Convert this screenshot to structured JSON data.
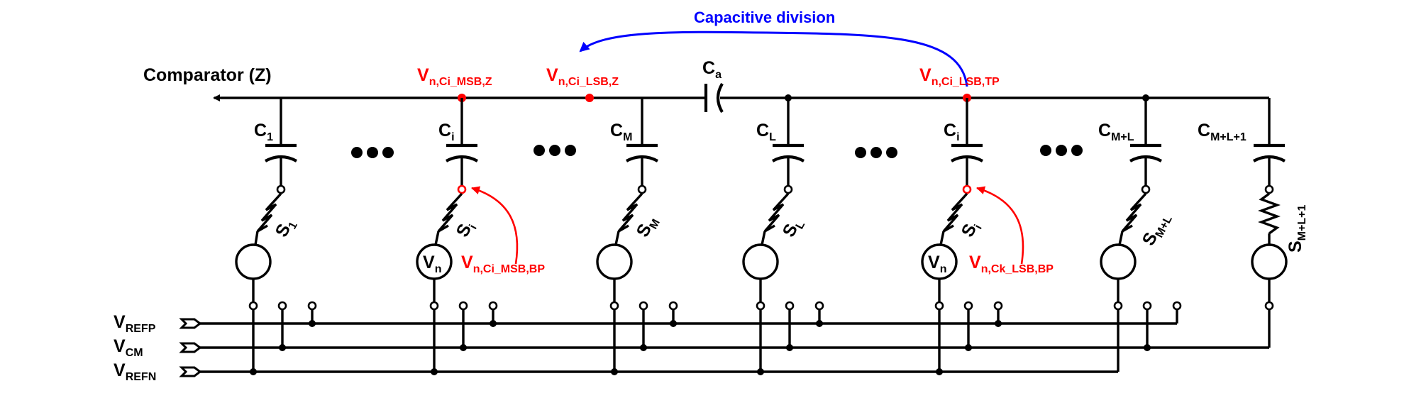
{
  "labels": {
    "comparator": "Comparator (Z)",
    "capacitive_division": "Capacitive division",
    "ca": {
      "main": "C",
      "sub": "a"
    }
  },
  "nodes": [
    {
      "main": "V",
      "sub": "n,Ci_MSB,Z",
      "color": "#ff0000"
    },
    {
      "main": "V",
      "sub": "n,Ci_LSB,Z",
      "color": "#ff0000"
    },
    {
      "main": "V",
      "sub": "n,Ci_LSB,TP",
      "color": "#ff0000"
    },
    {
      "main": "V",
      "sub": "n,Ci_MSB,BP",
      "color": "#ff0000"
    },
    {
      "main": "V",
      "sub": "n,Ck_LSB,BP",
      "color": "#ff0000"
    }
  ],
  "branches": [
    {
      "cap": {
        "main": "C",
        "sub": "1"
      },
      "switch": {
        "main": "S",
        "sub": "1"
      },
      "source": ""
    },
    {
      "cap": {
        "main": "C",
        "sub": "i"
      },
      "switch": {
        "main": "S",
        "sub": "i"
      },
      "source": {
        "main": "V",
        "sub": "n"
      }
    },
    {
      "cap": {
        "main": "C",
        "sub": "M"
      },
      "switch": {
        "main": "S",
        "sub": "M"
      },
      "source": ""
    },
    {
      "cap": {
        "main": "C",
        "sub": "L"
      },
      "switch": {
        "main": "S",
        "sub": "L"
      },
      "source": ""
    },
    {
      "cap": {
        "main": "C",
        "sub": "i"
      },
      "switch": {
        "main": "S",
        "sub": "i"
      },
      "source": {
        "main": "V",
        "sub": "n"
      }
    },
    {
      "cap": {
        "main": "C",
        "sub": "M+L"
      },
      "switch": {
        "main": "S",
        "sub": "M+L"
      },
      "source": ""
    },
    {
      "cap": {
        "main": "C",
        "sub": "M+L+1"
      },
      "switch": {
        "main": "S",
        "sub": "M+L+1"
      },
      "source": ""
    }
  ],
  "rails": [
    {
      "main": "V",
      "sub": "REFP"
    },
    {
      "main": "V",
      "sub": "CM"
    },
    {
      "main": "V",
      "sub": "REFN"
    }
  ],
  "colors": {
    "highlight": "#ff0000",
    "annotation": "#0000ff",
    "wire": "#000000"
  }
}
